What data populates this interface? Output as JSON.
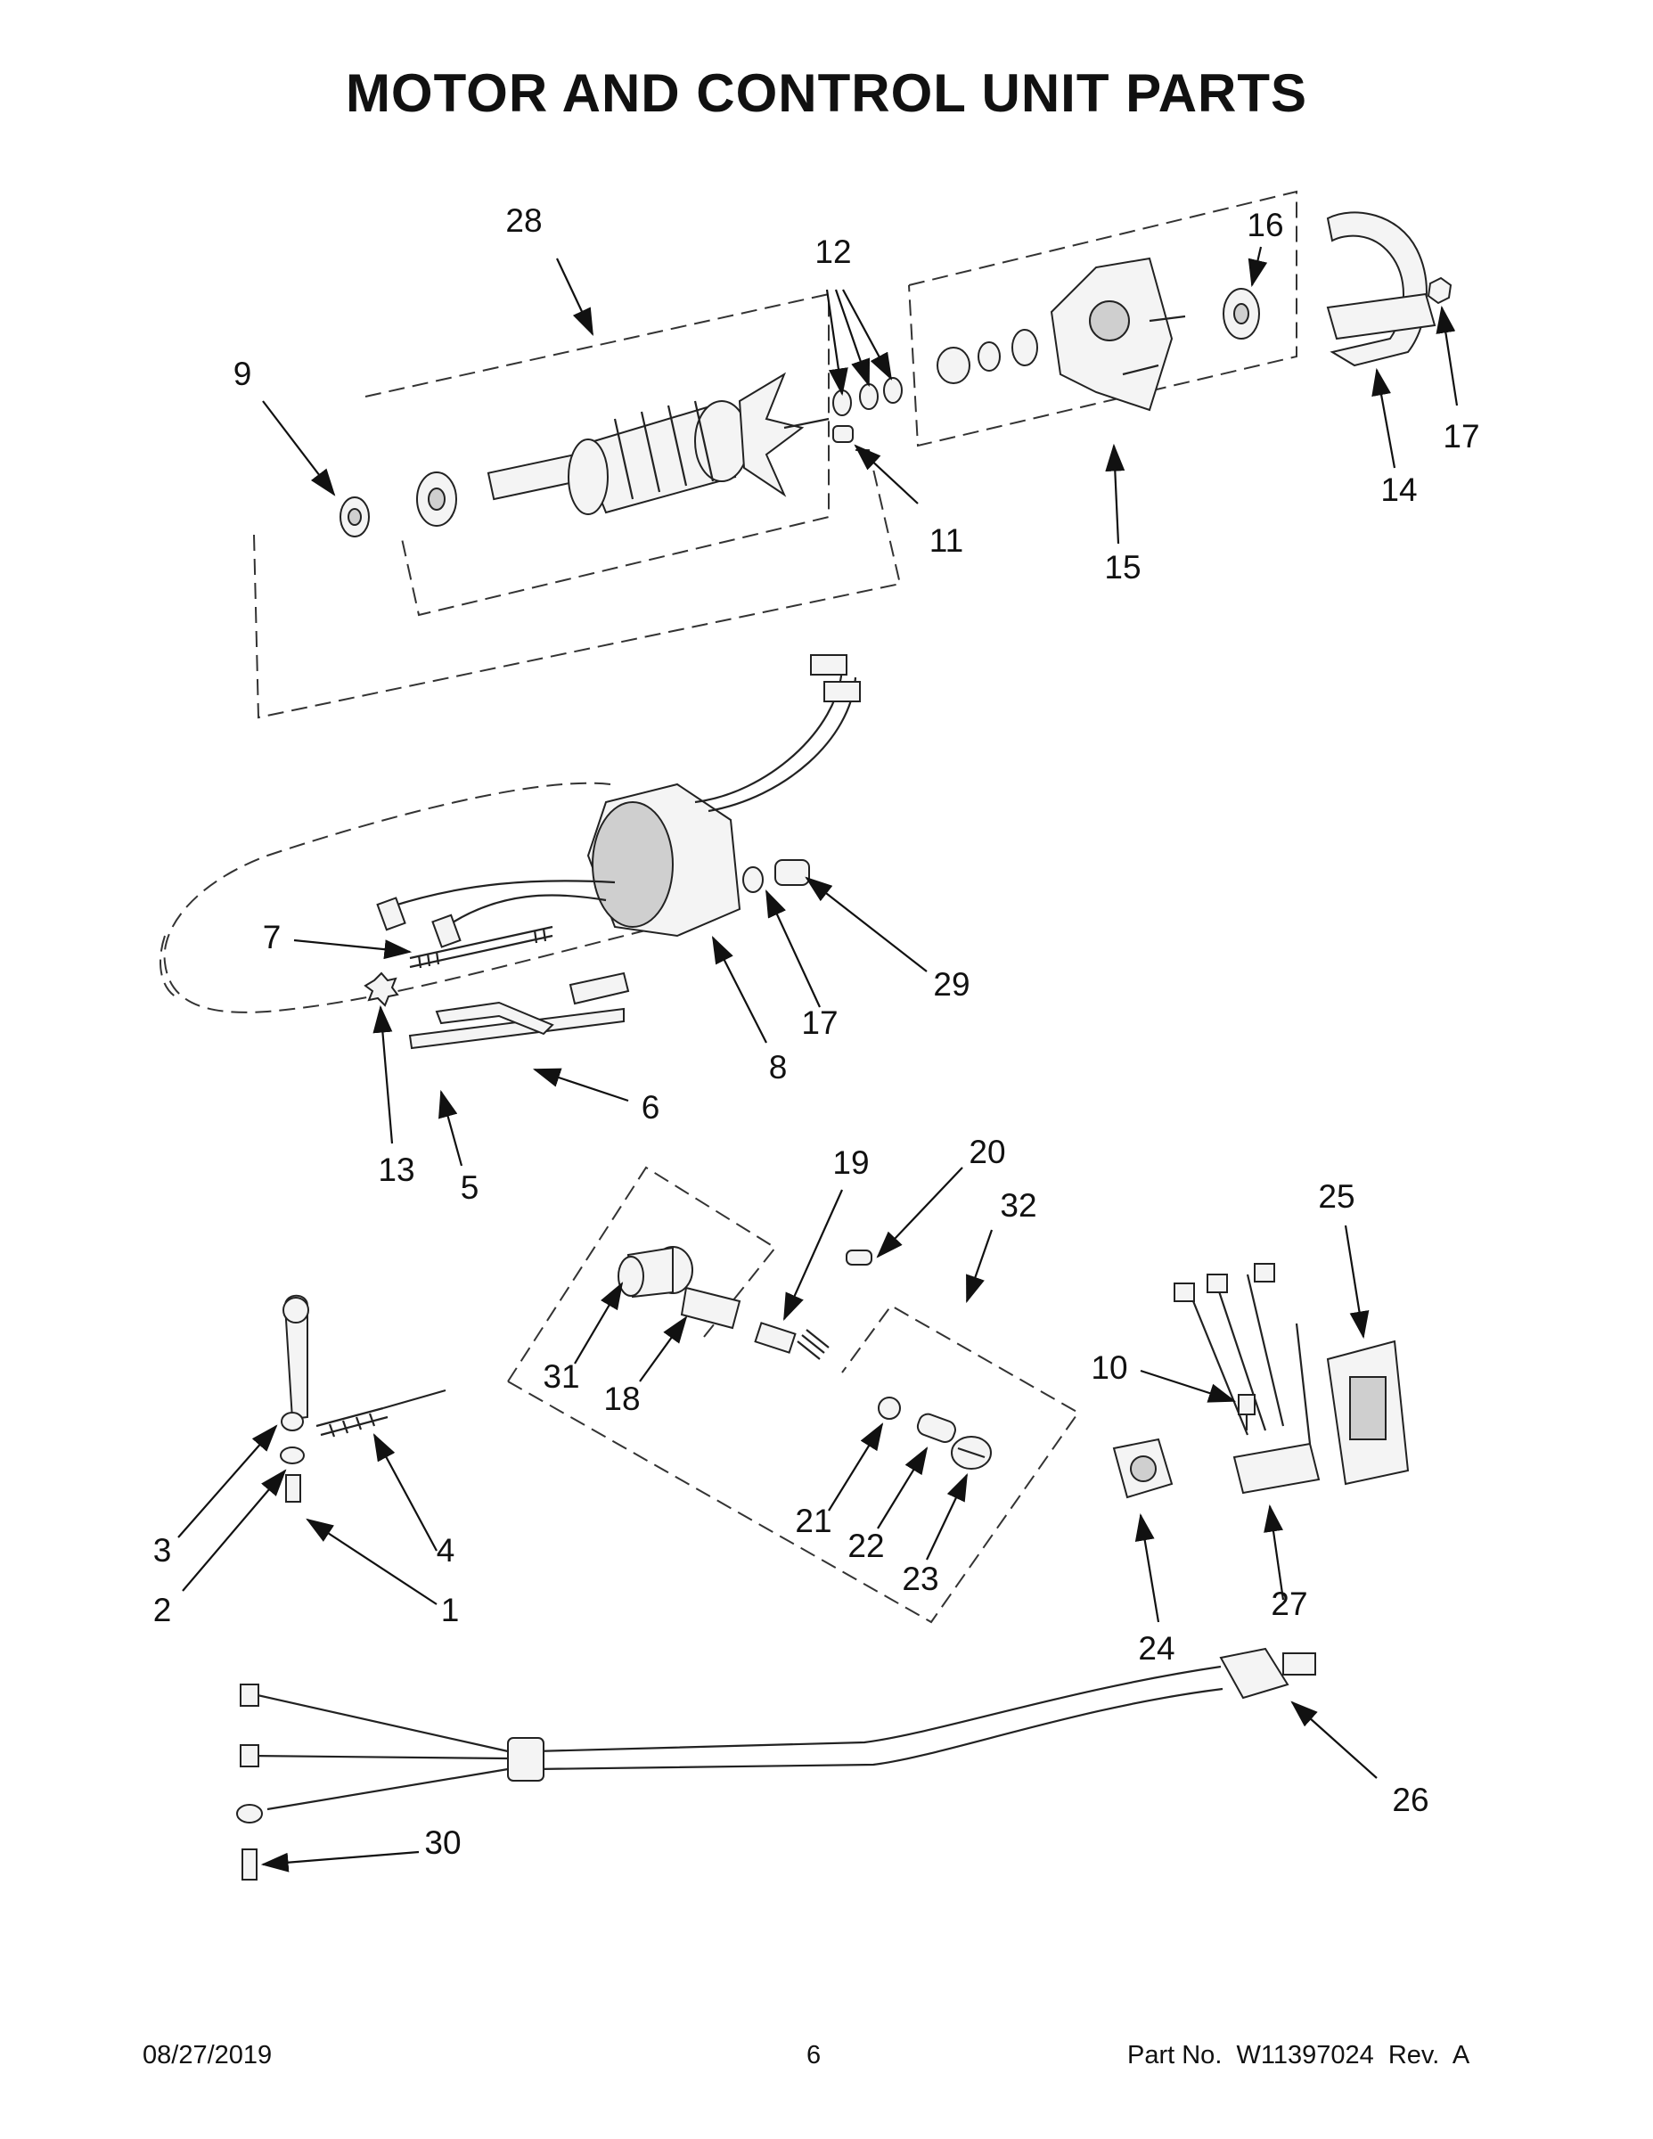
{
  "title": "MOTOR AND CONTROL UNIT PARTS",
  "footer": {
    "date": "08/27/2019",
    "page": "6",
    "part_number": "Part No.  W11397024  Rev.  A"
  },
  "callouts": [
    "28",
    "12",
    "16",
    "9",
    "17",
    "11",
    "14",
    "15",
    "7",
    "17",
    "29",
    "8",
    "6",
    "13",
    "5",
    "19",
    "20",
    "32",
    "25",
    "31",
    "18",
    "10",
    "3",
    "4",
    "21",
    "22",
    "23",
    "2",
    "1",
    "24",
    "27",
    "26",
    "30"
  ]
}
